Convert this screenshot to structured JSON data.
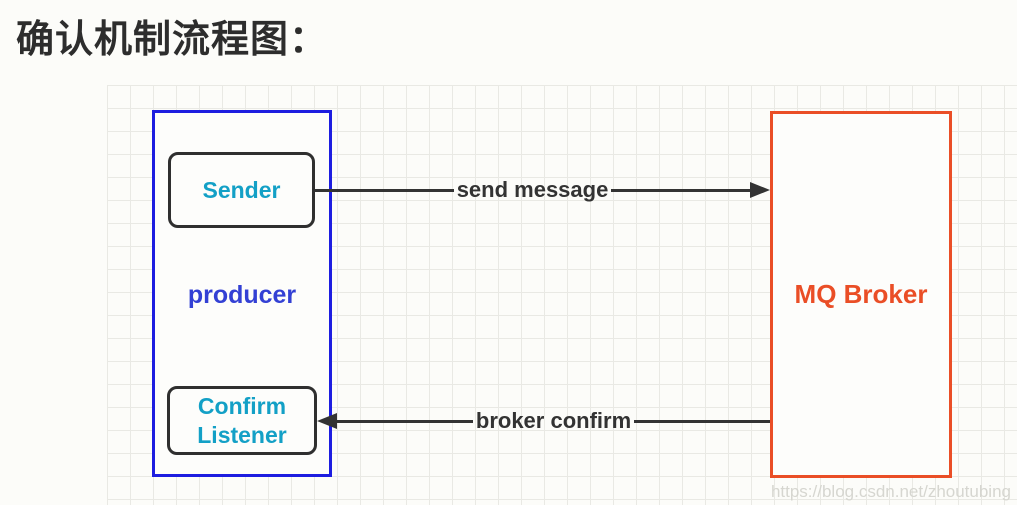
{
  "page": {
    "title": "确认机制流程图：",
    "background_color": "#fcfcf9",
    "grid_line_color": "#e9e9e4"
  },
  "diagram": {
    "producer_group": {
      "label": "producer",
      "label_color": "#3340d4",
      "border_color": "#1d1de0"
    },
    "sender_node": {
      "label": "Sender",
      "text_color": "#13a0c6",
      "border_color": "#2f2f2f"
    },
    "confirm_listener_node": {
      "label": "Confirm Listener",
      "text_color": "#13a0c6",
      "border_color": "#2f2f2f"
    },
    "broker_node": {
      "label": "MQ Broker",
      "text_color": "#ea4e26",
      "border_color": "#ea4e26"
    },
    "arrow_send": {
      "label": "send message",
      "color": "#333333",
      "direction": "right",
      "from": "Sender",
      "to": "MQ Broker"
    },
    "arrow_confirm": {
      "label": "broker confirm",
      "color": "#333333",
      "direction": "left",
      "from": "MQ Broker",
      "to": "Confirm Listener"
    }
  },
  "watermark": {
    "text": "https://blog.csdn.net/zhoutubing",
    "color": "#d6d6d0"
  }
}
